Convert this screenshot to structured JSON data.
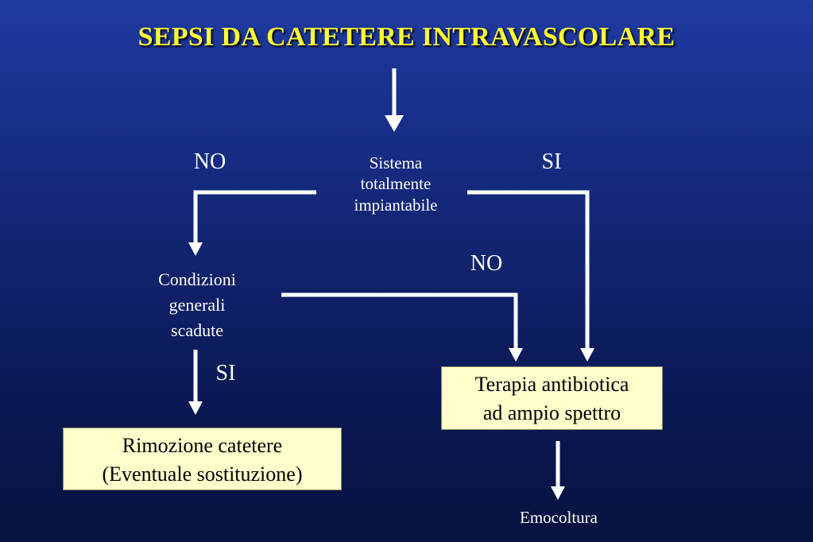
{
  "title": "SEPSI DA CATETERE INTRAVASCOLARE",
  "nodes": {
    "sistema": [
      "Sistema",
      "totalmente",
      "impiantabile"
    ],
    "condizioni": [
      "Condizioni",
      "generali",
      "scadute"
    ],
    "terapia": [
      "Terapia antibiotica",
      "ad ampio spettro"
    ],
    "rimozione": [
      "Rimozione catetere",
      "(Eventuale sostituzione)"
    ],
    "emocoltura": "Emocoltura"
  },
  "branch_labels": {
    "sistema_no": "NO",
    "sistema_si": "SI",
    "condizioni_no": "NO",
    "condizioni_si": "SI"
  },
  "colors": {
    "title": "#ffff33",
    "box_fill": "#ffffcc",
    "arrow": "#ffffff"
  }
}
